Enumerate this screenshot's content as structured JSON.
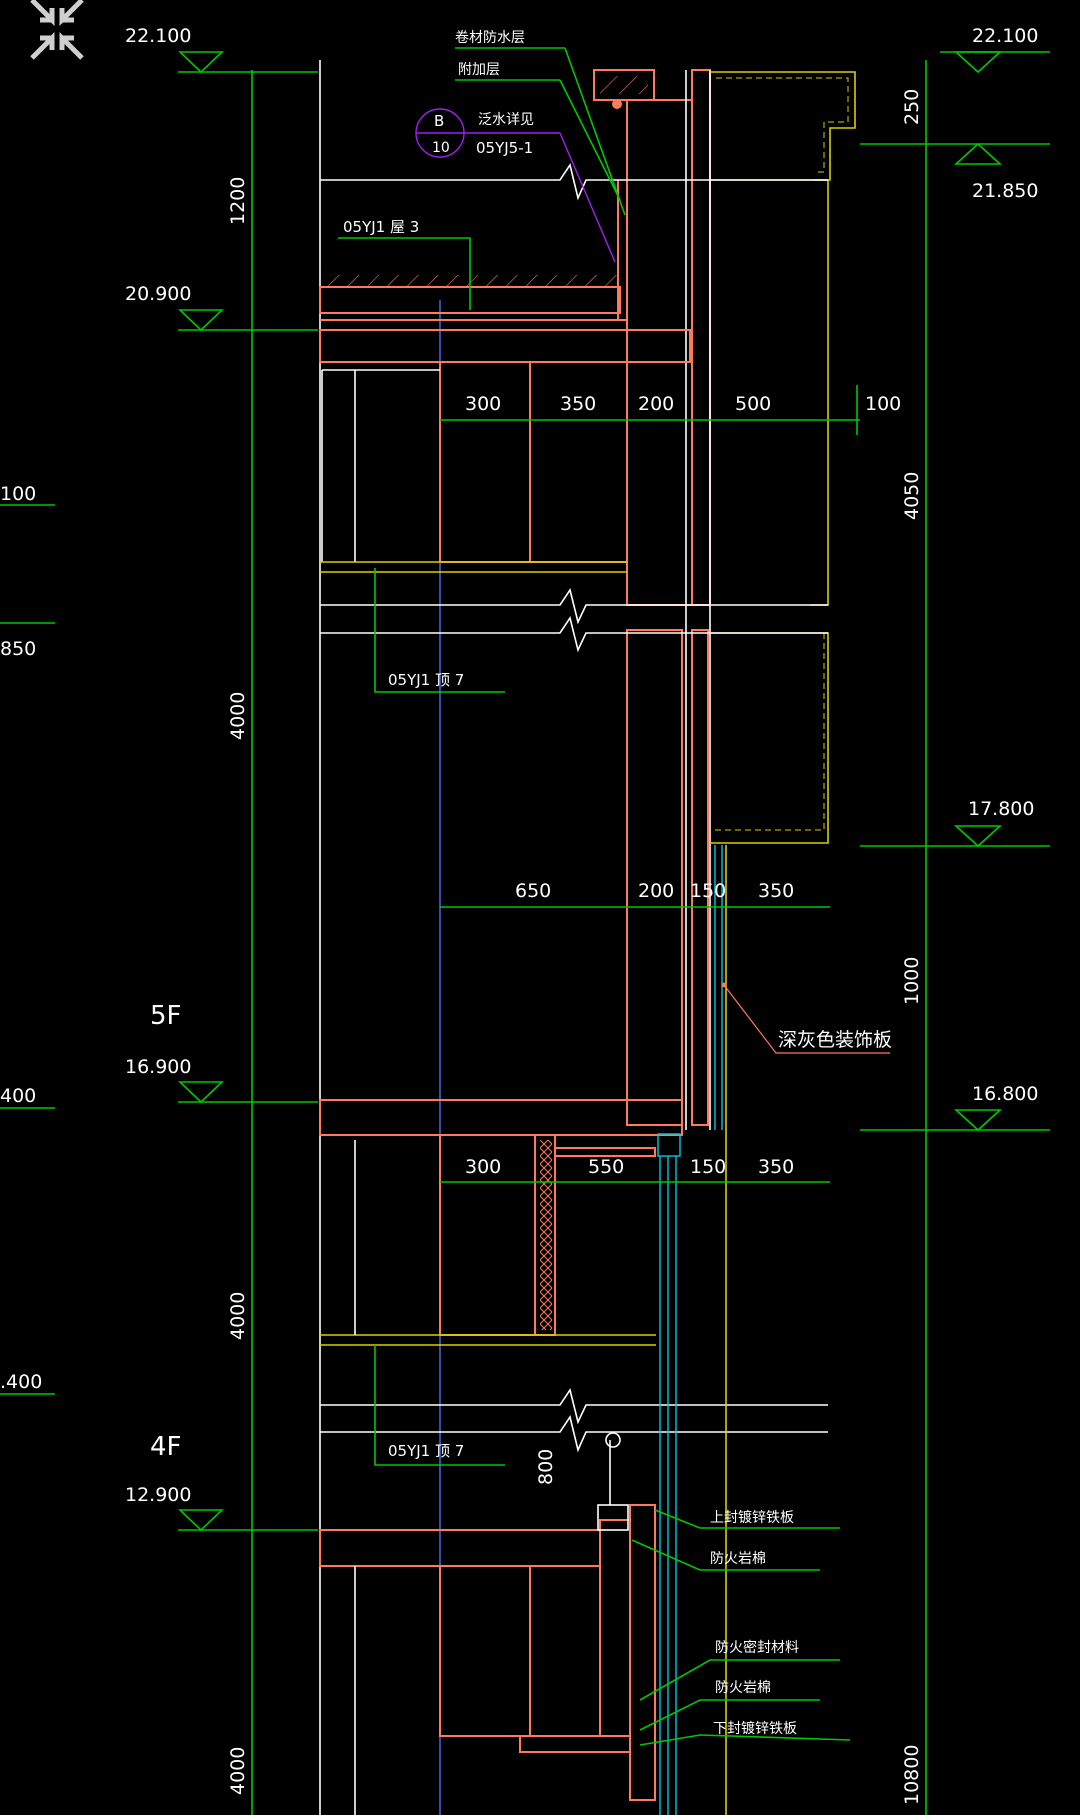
{
  "drawing": {
    "levels_left": [
      {
        "id": "l1",
        "value": "22.100"
      },
      {
        "id": "l2",
        "value": "20.900"
      },
      {
        "id": "l3",
        "value": "16.900"
      },
      {
        "id": "l4",
        "value": "12.900"
      }
    ],
    "levels_right": [
      {
        "id": "r1",
        "value": "22.100"
      },
      {
        "id": "r2",
        "value": "21.850"
      },
      {
        "id": "r3",
        "value": "17.800"
      },
      {
        "id": "r4",
        "value": "16.800"
      }
    ],
    "left_edge_fragments": [
      "100",
      "850",
      "400",
      ".400"
    ],
    "vertical_dims_left": [
      "1200",
      "4000",
      "4000",
      "4000"
    ],
    "vertical_dims_right": [
      "250",
      "4050",
      "1000",
      "10800"
    ],
    "vertical_dim_mid": "800",
    "h_dims_row1": [
      "300",
      "350",
      "200",
      "500",
      "100"
    ],
    "h_dims_row2": [
      "650",
      "200",
      "150",
      "350"
    ],
    "h_dims_row3": [
      "300",
      "550",
      "150",
      "350"
    ],
    "floors": [
      "5F",
      "4F"
    ],
    "references": {
      "roof": "05YJ1 屋 3",
      "ceiling_a": "05YJ1 顶 7",
      "ceiling_b": "05YJ1 顶 7",
      "detail_circle_top": "B",
      "detail_circle_bottom": "10",
      "detail_title": "泛水详见",
      "detail_ref": "05YJ5-1"
    },
    "annotations": {
      "membrane": "卷材防水层",
      "additional": "附加层",
      "deco_panel": "深灰色装饰板",
      "upper_plate": "上封镀锌铁板",
      "rockwool_1": "防火岩棉",
      "fire_seal": "防火密封材料",
      "rockwool_2": "防火岩棉",
      "lower_plate": "下封镀锌铁板"
    },
    "colors": {
      "dim_line": "#00c800",
      "structure": "#ff7a5a",
      "window": "#d8d000",
      "glazing": "#00c8e0",
      "axis": "#4a6cff",
      "leader": "#a020f0"
    },
    "icons": [
      "collapse-arrows-icon"
    ]
  }
}
